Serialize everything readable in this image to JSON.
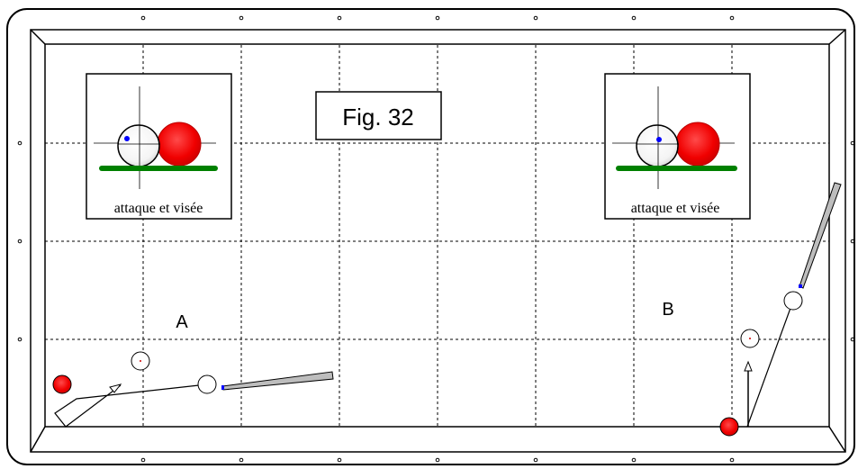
{
  "figure_label": "Fig. 32",
  "shot_a": {
    "label": "A"
  },
  "shot_b": {
    "label": "B"
  },
  "inset_left": {
    "caption": "attaque et visée"
  },
  "inset_right": {
    "caption": "attaque et visée"
  },
  "colors": {
    "red_ball": "#ff0000",
    "aim_dot": "#0000ff",
    "cloth_line": "#008000",
    "cue": "#bdbdbd",
    "rail": "#000000",
    "grid": "#000000"
  }
}
